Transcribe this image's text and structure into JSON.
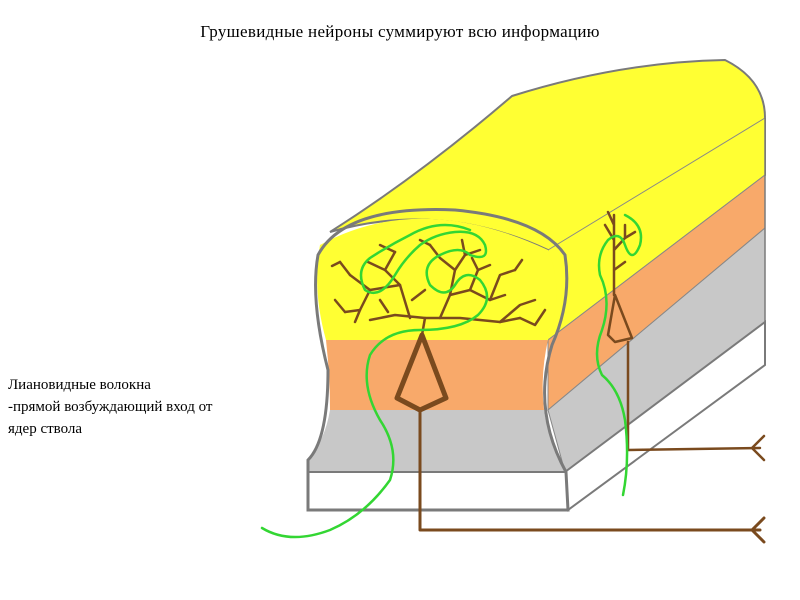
{
  "title": "Грушевидные нейроны суммируют всю информацию",
  "caption": {
    "line1": "Лиановидные волокна",
    "line2": "-прямой возбуждающий вход  от",
    "line3": "ядер ствола"
  },
  "colors": {
    "molecular_layer": "#ffff33",
    "purkinje_layer": "#f8a96a",
    "granular_layer": "#c8c8c8",
    "white_matter": "#ffffff",
    "outline": "#7a7a7a",
    "purkinje_neuron": "#7a4a1e",
    "climbing_fiber": "#33d633"
  }
}
